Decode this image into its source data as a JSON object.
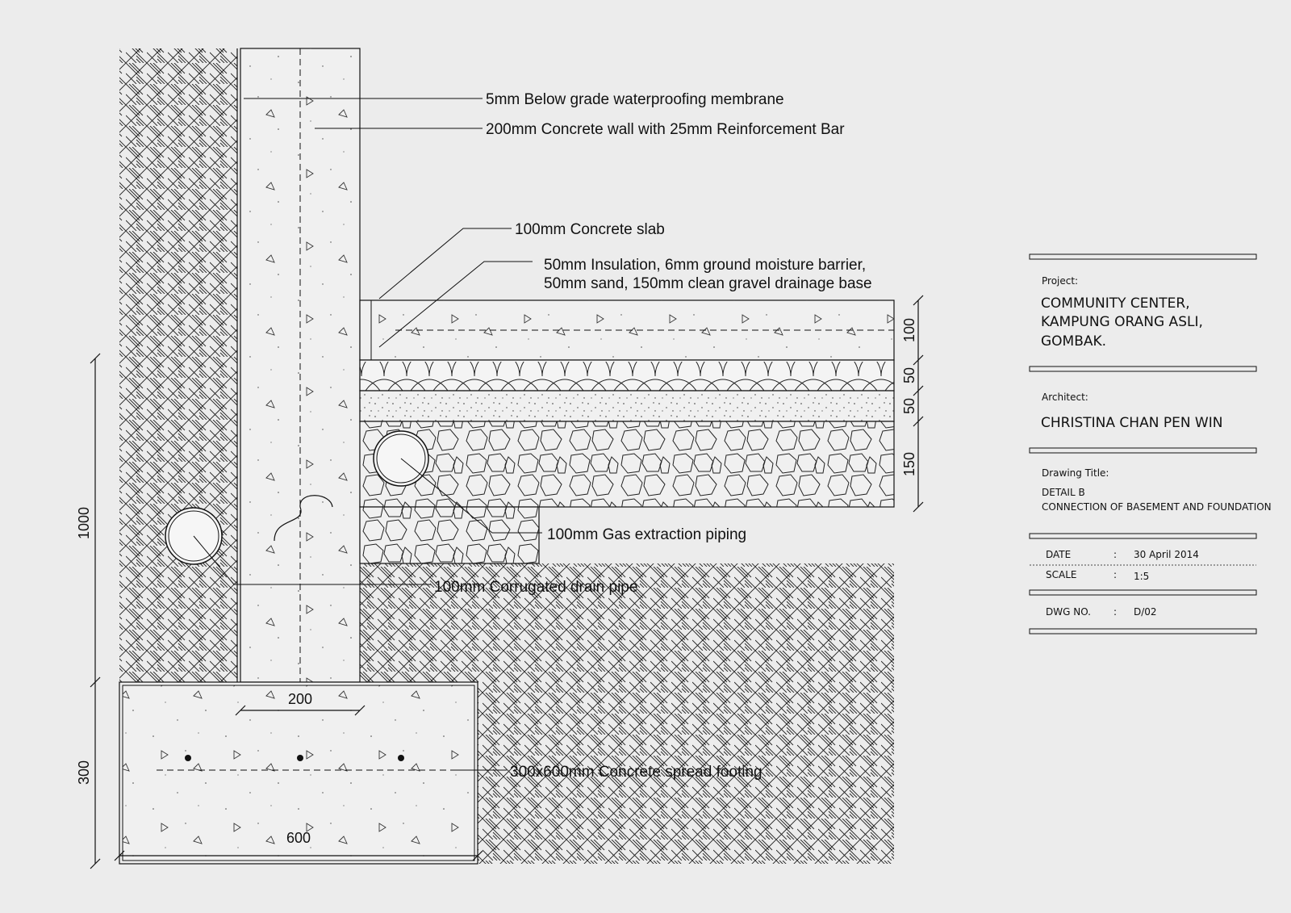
{
  "callouts": {
    "waterproofing": "5mm Below grade waterproofing membrane",
    "concrete_wall": "200mm Concrete wall with 25mm Reinforcement Bar",
    "slab": "100mm Concrete slab",
    "layers_line1": "50mm Insulation, 6mm ground moisture barrier,",
    "layers_line2": "50mm sand, 150mm clean gravel drainage base",
    "gas_piping": "100mm Gas extraction piping",
    "drain_pipe": "100mm Corrugated drain pipe",
    "footing": "300x600mm Concrete spread footing"
  },
  "dimensions": {
    "slab": "100",
    "insulation": "50",
    "sand": "50",
    "gravel": "150",
    "wall_height": "1000",
    "footing_height": "300",
    "wall_width": "200",
    "footing_width": "600"
  },
  "title_block": {
    "project_label": "Project:",
    "project_line1": "COMMUNITY CENTER,",
    "project_line2": "KAMPUNG ORANG ASLI,",
    "project_line3": "GOMBAK.",
    "architect_label": "Architect:",
    "architect_name": "CHRISTINA CHAN PEN WIN",
    "drawing_title_label": "Drawing Title:",
    "drawing_title_line1": "DETAIL B",
    "drawing_title_line2": "CONNECTION OF BASEMENT AND FOUNDATION",
    "date_label": "DATE",
    "date_sep": ":",
    "date_value": "30 April 2014",
    "scale_label": "SCALE",
    "scale_sep": ":",
    "scale_value": "1:5",
    "dwg_label": "DWG NO.",
    "dwg_sep": ":",
    "dwg_value": "D/02"
  }
}
